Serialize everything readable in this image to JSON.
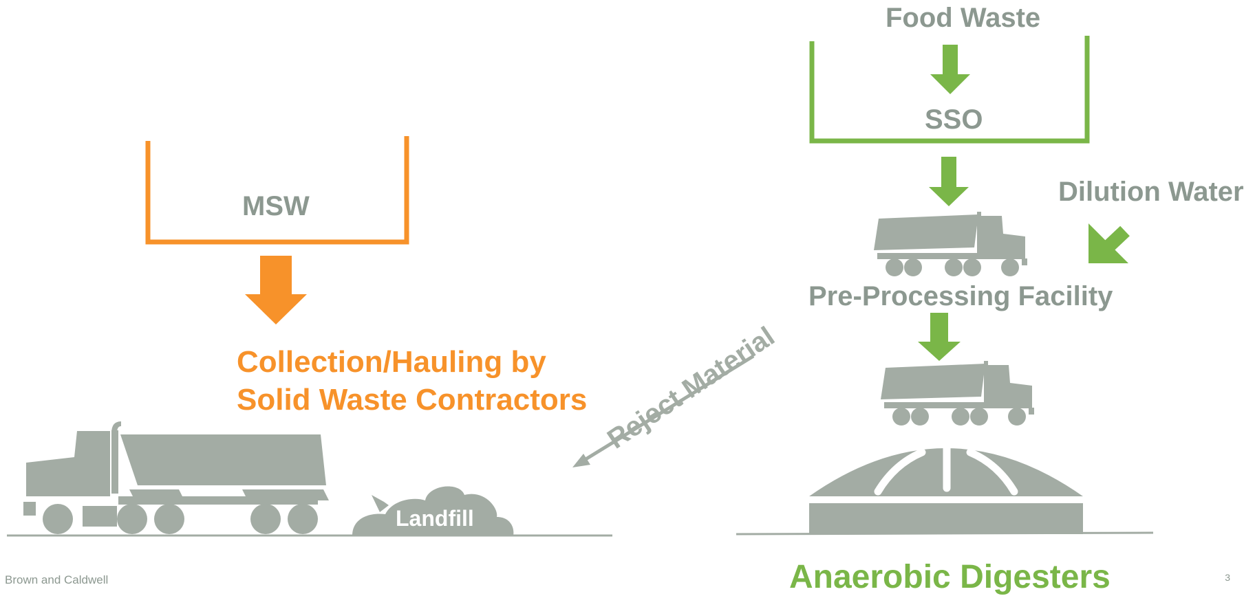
{
  "labels": {
    "food_waste": "Food Waste",
    "sso": "SSO",
    "dilution_water": "Dilution Water",
    "pre_processing": "Pre-Processing Facility",
    "msw": "MSW",
    "collection_line1": "Collection/Hauling by",
    "collection_line2": "Solid Waste Contractors",
    "reject_material": "Reject Material",
    "landfill": "Landfill",
    "anaerobic_digesters": "Anaerobic Digesters"
  },
  "footer": {
    "company": "Brown and Caldwell",
    "page_number": "3"
  },
  "colors": {
    "orange": "#f7922a",
    "green": "#7ab648",
    "gray": "#a3aca4",
    "text_gray": "#8c9890"
  }
}
